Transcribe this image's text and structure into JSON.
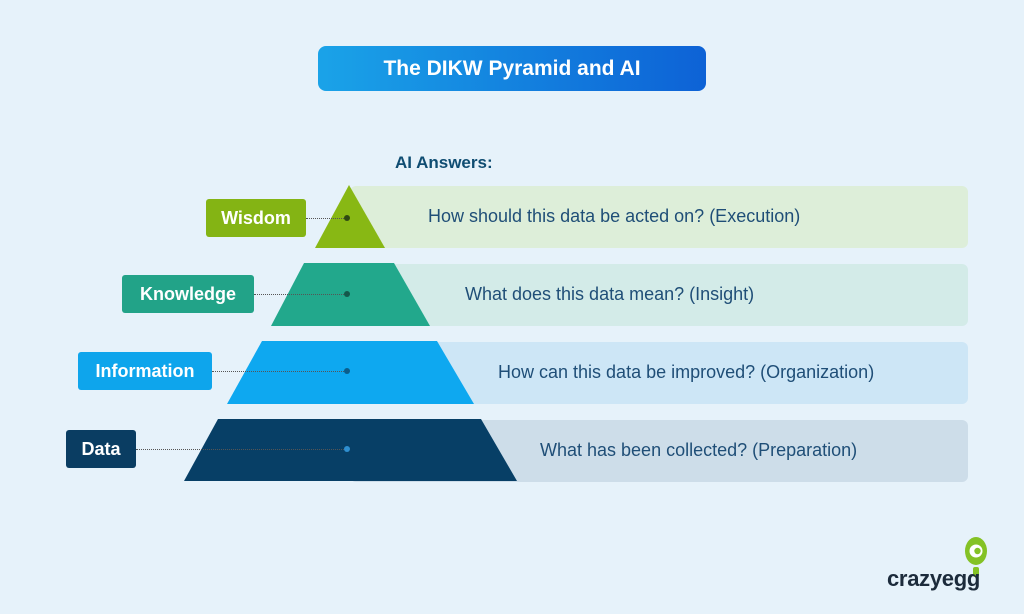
{
  "title": "The DIKW Pyramid and AI",
  "answers_heading": "AI Answers:",
  "levels": [
    {
      "label": "Wisdom",
      "answer": "How should this data be acted on? (Execution)",
      "tag_color": "#84b414",
      "shape_color": "#88b814",
      "band_color": "#ddeed9"
    },
    {
      "label": "Knowledge",
      "answer": "What does this data mean? (Insight)",
      "tag_color": "#22a388",
      "shape_color": "#22a88c",
      "band_color": "#d3ebe8"
    },
    {
      "label": "Information",
      "answer": "How can this data be improved? (Organization)",
      "tag_color": "#0ea5ec",
      "shape_color": "#0ea8f0",
      "band_color": "#cde6f6"
    },
    {
      "label": "Data",
      "answer": "What has been collected? (Preparation)",
      "tag_color": "#0a3d62",
      "shape_color": "#073f66",
      "band_color": "#cddde9"
    }
  ],
  "logo": {
    "text": "crazyegg",
    "icon": "egg-logo-icon",
    "color": "#84c225"
  }
}
